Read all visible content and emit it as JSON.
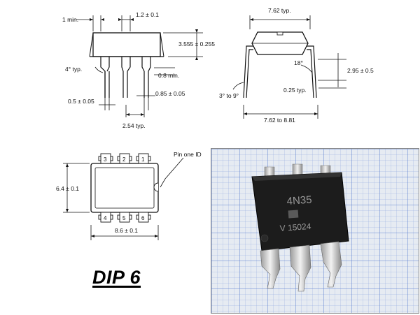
{
  "front_view": {
    "dim_1min": "1 min.",
    "dim_width_top": "1.2 ± 0.1",
    "dim_height": "3.555 ± 0.255",
    "dim_angle": "4° typ.",
    "dim_lead_min": "0.8 min.",
    "dim_lead_width": "0.5 ± 0.05",
    "dim_lead_thick": "0.85 ± 0.05",
    "dim_pitch": "2.54 typ."
  },
  "side_view": {
    "dim_row_spacing": "7.62 typ.",
    "dim_angle_18": "18°",
    "dim_lead_height": "2.95 ± 0.5",
    "dim_lead_thickness": "0.25 typ.",
    "dim_lead_angle": "3° to 9°",
    "dim_span": "7.62 to 8.81"
  },
  "top_view": {
    "pin_one_label": "Pin one ID",
    "dim_body_width": "6.4 ± 0.1",
    "dim_body_length": "8.6 ± 0.1",
    "top_pins": [
      "3",
      "2",
      "1"
    ],
    "bottom_pins": [
      "4",
      "5",
      "6"
    ]
  },
  "caption": "DIP 6",
  "photo": {
    "marking_line1": "4N35",
    "marking_line2": "V 15024",
    "body_color": "#1c1c1c",
    "grid_color": "#6f8fd8",
    "background_color": "#e6ebf2"
  }
}
